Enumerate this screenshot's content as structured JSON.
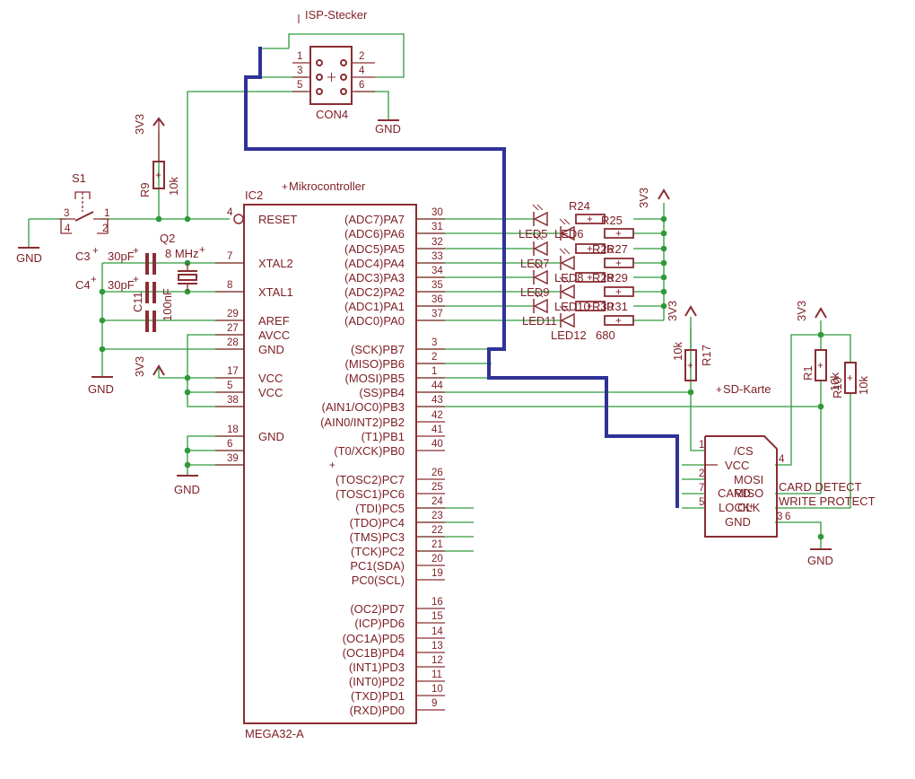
{
  "isp": {
    "title": "ISP-Stecker",
    "name": "CON4",
    "pins": [
      "1",
      "2",
      "3",
      "4",
      "5",
      "6"
    ]
  },
  "gnd_label": "GND",
  "v3_label": "3V3",
  "s1": {
    "name": "S1",
    "pins": [
      "3",
      "4",
      "1",
      "2"
    ]
  },
  "r9": {
    "name": "R9",
    "value": "10k"
  },
  "mcu": {
    "ref": "IC2",
    "title": "Mikrocontroller",
    "part": "MEGA32-A",
    "left_pins": [
      {
        "name": "RESET",
        "num": "4"
      },
      {
        "name": "XTAL2",
        "num": "7"
      },
      {
        "name": "XTAL1",
        "num": "8"
      },
      {
        "name": "AREF",
        "num": "29"
      },
      {
        "name": "AVCC",
        "num": "27"
      },
      {
        "name": "GND",
        "num": "28"
      },
      {
        "name": "VCC",
        "num": "17"
      },
      {
        "name": "",
        "num": "5"
      },
      {
        "name": "",
        "num": "38"
      },
      {
        "name": "GND",
        "num": "18"
      },
      {
        "name": "",
        "num": "6"
      },
      {
        "name": "",
        "num": "39"
      }
    ],
    "right_pins": [
      {
        "name": "(ADC7)PA7",
        "num": "30"
      },
      {
        "name": "(ADC6)PA6",
        "num": "31"
      },
      {
        "name": "(ADC5)PA5",
        "num": "32"
      },
      {
        "name": "(ADC4)PA4",
        "num": "33"
      },
      {
        "name": "(ADC3)PA3",
        "num": "34"
      },
      {
        "name": "(ADC2)PA2",
        "num": "35"
      },
      {
        "name": "(ADC1)PA1",
        "num": "36"
      },
      {
        "name": "(ADC0)PA0",
        "num": "37"
      },
      {
        "name": "(SCK)PB7",
        "num": "3"
      },
      {
        "name": "(MISO)PB6",
        "num": "2"
      },
      {
        "name": "(MOSI)PB5",
        "num": "1"
      },
      {
        "name": "(SS)PB4",
        "num": "44"
      },
      {
        "name": "(AIN1/OC0)PB3",
        "num": "43"
      },
      {
        "name": "(AIN0/INT2)PB2",
        "num": "42"
      },
      {
        "name": "(T1)PB1",
        "num": "41"
      },
      {
        "name": "(T0/XCK)PB0",
        "num": "40"
      },
      {
        "name": "(TOSC2)PC7",
        "num": "26"
      },
      {
        "name": "(TOSC1)PC6",
        "num": "25"
      },
      {
        "name": "(TDI)PC5",
        "num": "24"
      },
      {
        "name": "(TDO)PC4",
        "num": "23"
      },
      {
        "name": "(TMS)PC3",
        "num": "22"
      },
      {
        "name": "(TCK)PC2",
        "num": "21"
      },
      {
        "name": "PC1(SDA)",
        "num": "20"
      },
      {
        "name": "PC0(SCL)",
        "num": "19"
      },
      {
        "name": "(OC2)PD7",
        "num": "16"
      },
      {
        "name": "(ICP)PD6",
        "num": "15"
      },
      {
        "name": "(OC1A)PD5",
        "num": "14"
      },
      {
        "name": "(OC1B)PD4",
        "num": "13"
      },
      {
        "name": "(INT1)PD3",
        "num": "12"
      },
      {
        "name": "(INT0)PD2",
        "num": "11"
      },
      {
        "name": "(TXD)PD1",
        "num": "10"
      },
      {
        "name": "(RXD)PD0",
        "num": "9"
      }
    ]
  },
  "caps": {
    "c3": {
      "name": "C3",
      "value": "30pF"
    },
    "c4": {
      "name": "C4",
      "value": "30pF"
    },
    "c11": {
      "name": "C11",
      "value": "100nF"
    }
  },
  "q2": {
    "name": "Q2",
    "value": "8 MHz"
  },
  "leds": {
    "r24": "R24",
    "r25": "R25",
    "garbled": [
      "LED5",
      "LED6",
      "R26",
      "R27",
      "LED7",
      "LED8",
      "R28",
      "R29",
      "LED9",
      "R30",
      "R31",
      "LED10"
    ],
    "led11": "LED11",
    "led12": "LED12",
    "value": "680",
    "r_values": [
      "680",
      "680",
      "680",
      "680",
      "680",
      "680",
      "680"
    ]
  },
  "r17": {
    "name": "R17",
    "value": "10k"
  },
  "r1": {
    "name": "R1",
    "value": "10k"
  },
  "r10": {
    "name": "R10",
    "value": "10k"
  },
  "sd": {
    "title": "SD-Karte",
    "pins": [
      "/CS",
      "VCC",
      "MOSI",
      "CARD",
      "MISO",
      "LOCK",
      "CLK",
      "GND"
    ],
    "pin_nums": [
      "1",
      "4",
      "2",
      "7",
      "5",
      "3",
      "6"
    ],
    "card_detect": "CARD DETECT",
    "write_protect": "WRITE PROTECT"
  }
}
